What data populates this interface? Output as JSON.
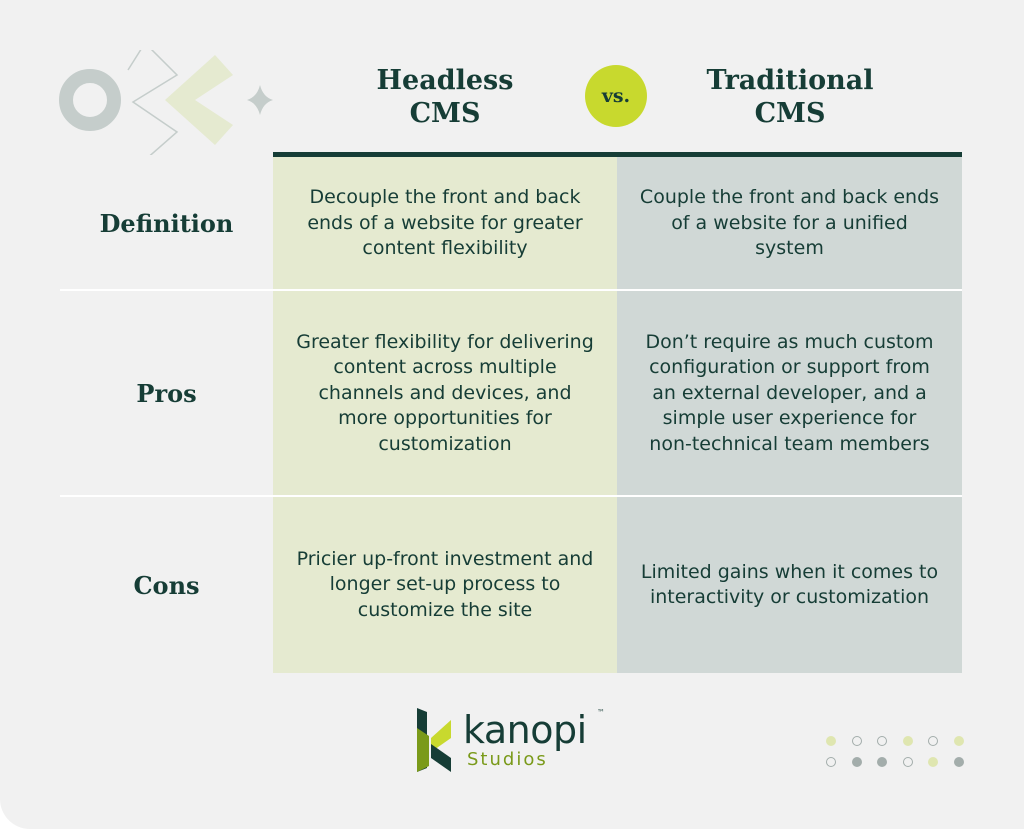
{
  "header": {
    "left_title": [
      "Headless",
      "CMS"
    ],
    "vs": "vs.",
    "right_title": [
      "Traditional",
      "CMS"
    ]
  },
  "rows": [
    {
      "label": "Definition",
      "headless": "Decouple the front and back ends of a website for greater content flexibility",
      "traditional": "Couple the front and back ends of a website for a unified system"
    },
    {
      "label": "Pros",
      "headless": "Greater flexibility for delivering content across multiple channels and devices, and more opportunities for customization",
      "traditional": "Don’t require as much custom configuration or support from an external developer, and a simple user experience for non-technical team members"
    },
    {
      "label": "Cons",
      "headless": "Pricier up-front investment and longer set-up process to customize the site",
      "traditional": "Limited gains when it comes to interactivity or customization"
    }
  ],
  "logo": {
    "name": "kanopi",
    "sub": "Studios",
    "tm": "™"
  },
  "colors": {
    "dark": "#163d36",
    "lime": "#c8d92e",
    "left": "#e5ead0",
    "right": "#d0d8d6"
  }
}
